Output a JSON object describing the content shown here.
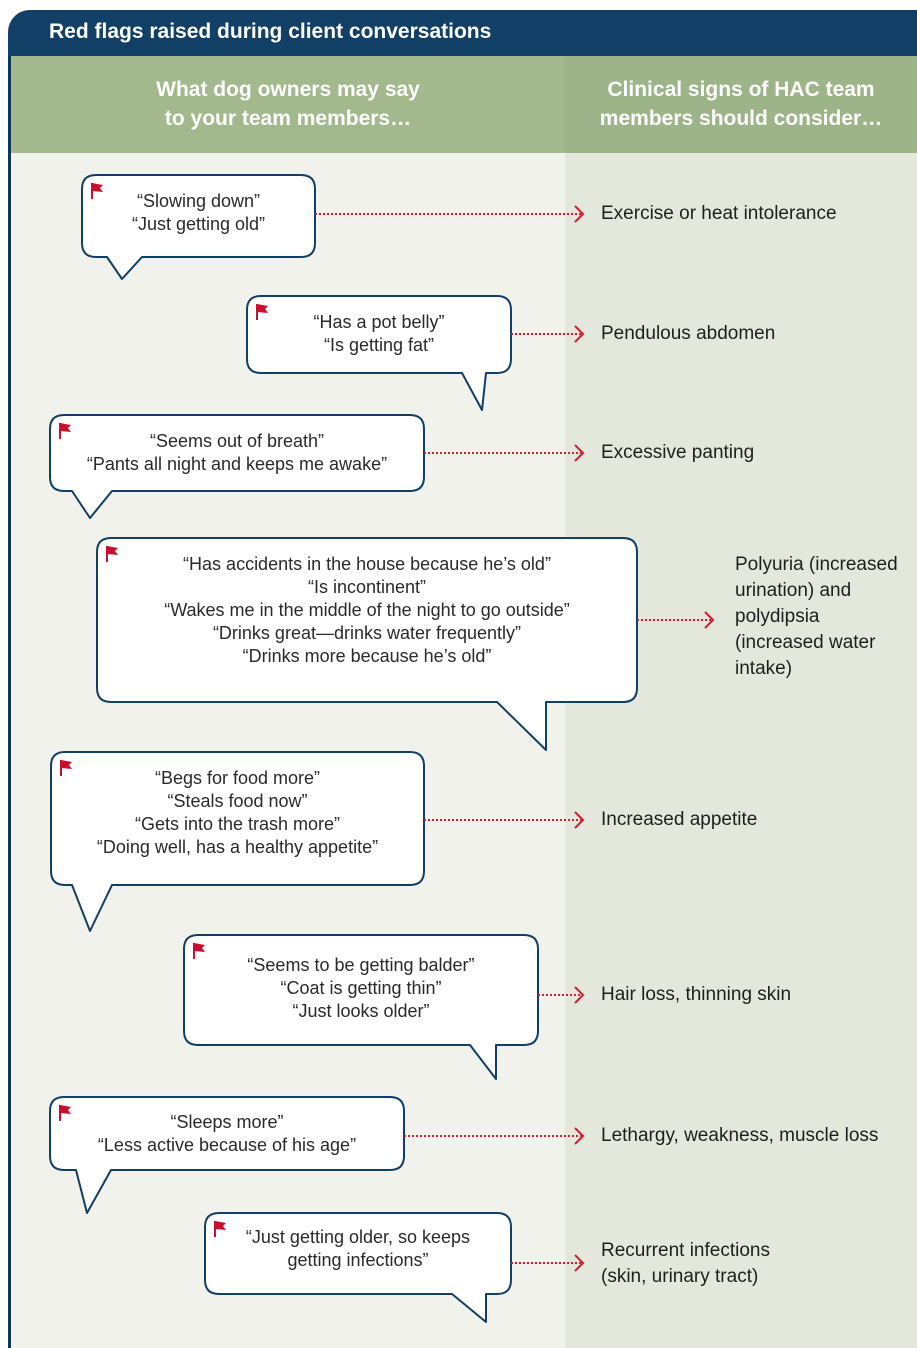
{
  "title": "Red flags raised during client conversations",
  "columns": {
    "left_header": [
      "What dog owners may say",
      "to your team members…"
    ],
    "right_header": [
      "Clinical signs of HAC team",
      "members should consider…"
    ]
  },
  "rows": [
    {
      "quotes": [
        "“Slowing down”",
        "“Just getting old”"
      ],
      "sign": [
        "Exercise or heat intolerance"
      ]
    },
    {
      "quotes": [
        "“Has a pot belly”",
        "“Is getting fat”"
      ],
      "sign": [
        "Pendulous abdomen"
      ]
    },
    {
      "quotes": [
        "“Seems out of breath”",
        "“Pants all night and keeps me awake”"
      ],
      "sign": [
        "Excessive panting"
      ]
    },
    {
      "quotes": [
        "“Has accidents in the house because he’s old”",
        "“Is incontinent”",
        "“Wakes me in the middle of the night to go outside”",
        "“Drinks great—drinks water frequently”",
        "“Drinks more because he’s old”"
      ],
      "sign": [
        "Polyuria (increased",
        "urination) and",
        "polydipsia",
        "(increased water",
        "intake)"
      ]
    },
    {
      "quotes": [
        "“Begs for food more”",
        "“Steals food now”",
        "“Gets into the trash more”",
        "“Doing well, has a healthy appetite”"
      ],
      "sign": [
        "Increased appetite"
      ]
    },
    {
      "quotes": [
        "“Seems to be getting balder”",
        "“Coat is getting thin”",
        "“Just looks older”"
      ],
      "sign": [
        "Hair loss, thinning skin"
      ]
    },
    {
      "quotes": [
        "“Sleeps more”",
        "“Less active because of his age”"
      ],
      "sign": [
        "Lethargy, weakness, muscle loss"
      ]
    },
    {
      "quotes": [
        "“Just getting older, so keeps",
        "getting infections”"
      ],
      "sign": [
        "Recurrent infections",
        "(skin, urinary tract)"
      ]
    }
  ],
  "colors": {
    "title_bar": "#123f66",
    "header_green": "#a3b98d",
    "left_bg": "#f2f2ec",
    "right_bg": "#e4e8dc",
    "flag_red": "#c8102e",
    "connector_red": "#d0202e",
    "bubble_stroke": "#123f66"
  },
  "icons": {
    "flag": "red-flag-icon",
    "arrow": "chevron-right-icon"
  }
}
